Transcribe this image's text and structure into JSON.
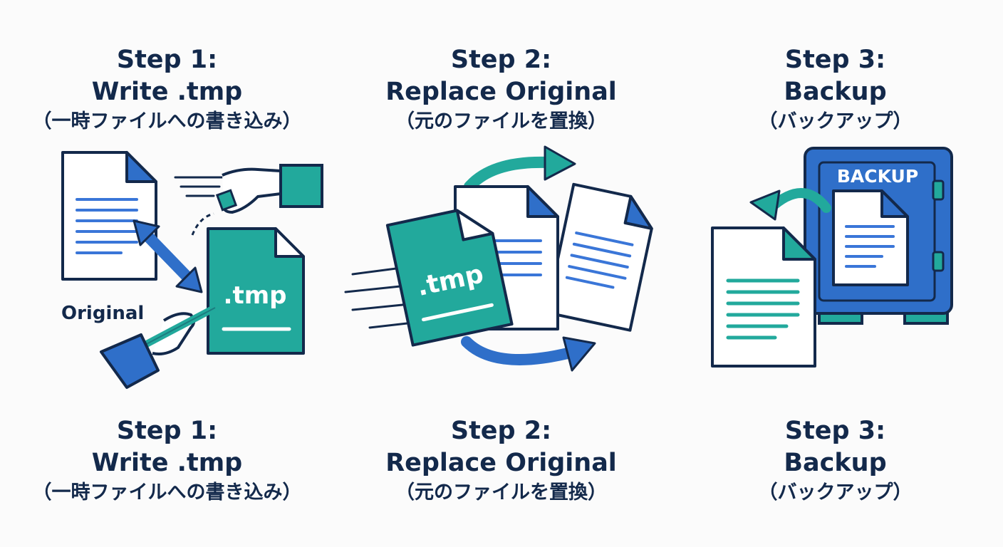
{
  "steps": [
    {
      "title": "Step 1:",
      "subtitle": "Write .tmp",
      "japanese": "（一時ファイルへの書き込み）",
      "labels": {
        "original": "Original",
        "tmp": ".tmp"
      }
    },
    {
      "title": "Step 2:",
      "subtitle": "Replace Original",
      "japanese": "（元のファイルを置換）",
      "labels": {
        "tmp": ".tmp"
      }
    },
    {
      "title": "Step 3:",
      "subtitle": "Backup",
      "japanese": "（バックアップ）",
      "labels": {
        "backup": "BACKUP"
      }
    }
  ],
  "colors": {
    "navy": "#13294b",
    "teal": "#22a99c",
    "blue": "#2f6fc9",
    "line_blue": "#3a76d8",
    "paper": "#ffffff"
  }
}
